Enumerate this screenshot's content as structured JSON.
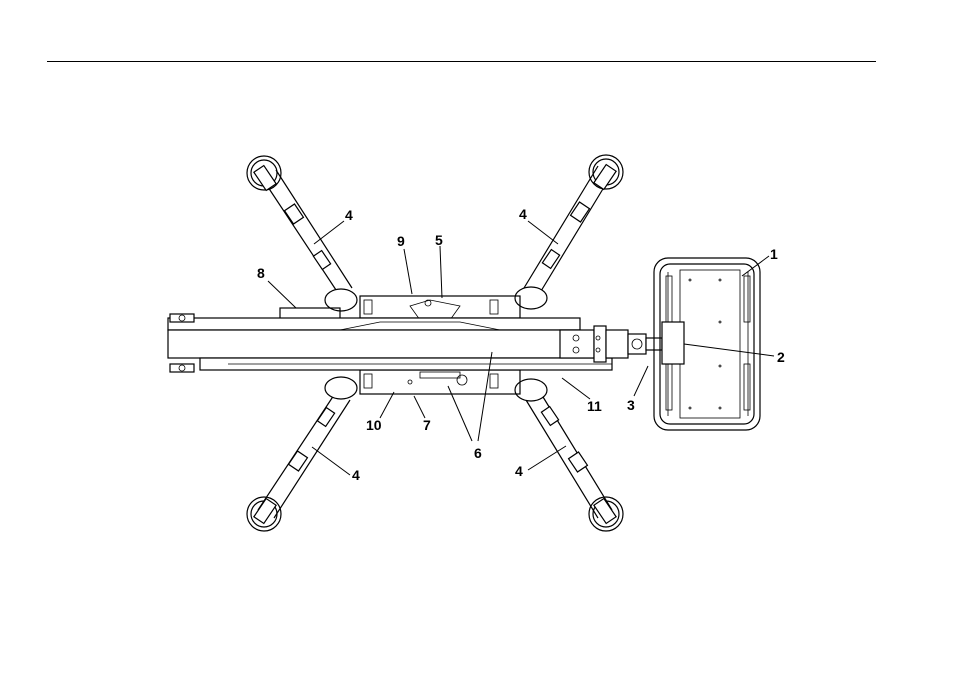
{
  "callouts": {
    "c1": "1",
    "c2": "2",
    "c3": "3",
    "c4a": "4",
    "c4b": "4",
    "c4c": "4",
    "c4d": "4",
    "c5": "5",
    "c6": "6",
    "c7": "7",
    "c8": "8",
    "c9": "9",
    "c10": "10",
    "c11": "11"
  }
}
